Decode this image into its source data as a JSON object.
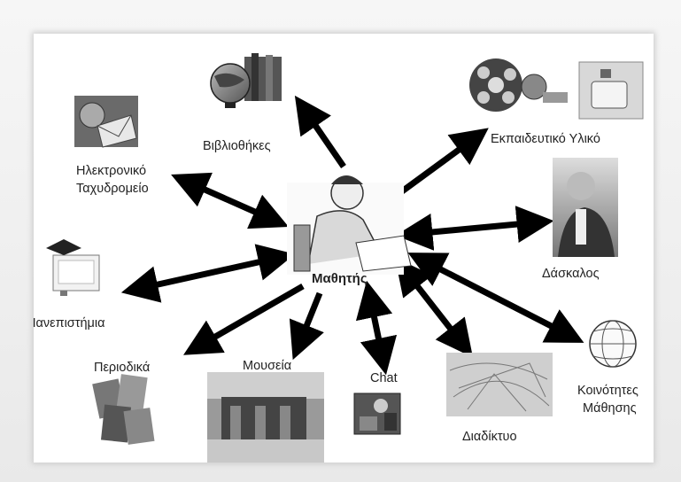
{
  "center": {
    "label": "Μαθητής"
  },
  "nodes": {
    "libraries": "Βιβλιοθήκες",
    "email_line1": "Ηλεκτρονικό",
    "email_line2": "Ταχυδρομείο",
    "educational_material": "Εκπαιδευτικό Υλικό",
    "teacher": "Δάσκαλος",
    "universities": "Πανεπιστήμια",
    "magazines": "Περιοδικά",
    "museums": "Μουσεία",
    "chat": "Chat",
    "internet": "Διαδίκτυο",
    "communities_line1": "Κοινότητες",
    "communities_line2": "Μάθησης"
  },
  "icons": {
    "globe": "globe-with-books-icon",
    "email": "envelope-globe-icon",
    "film": "film-reel-icon",
    "device": "device-icon",
    "teacher": "teacher-photo",
    "graduation": "graduation-cap-icon",
    "student": "student-writing-illustration",
    "magazines": "magazines-photo",
    "museum": "museum-building-photo",
    "chat": "chat-person-photo",
    "network": "world-network-map",
    "globe-net": "globe-network-icon"
  }
}
